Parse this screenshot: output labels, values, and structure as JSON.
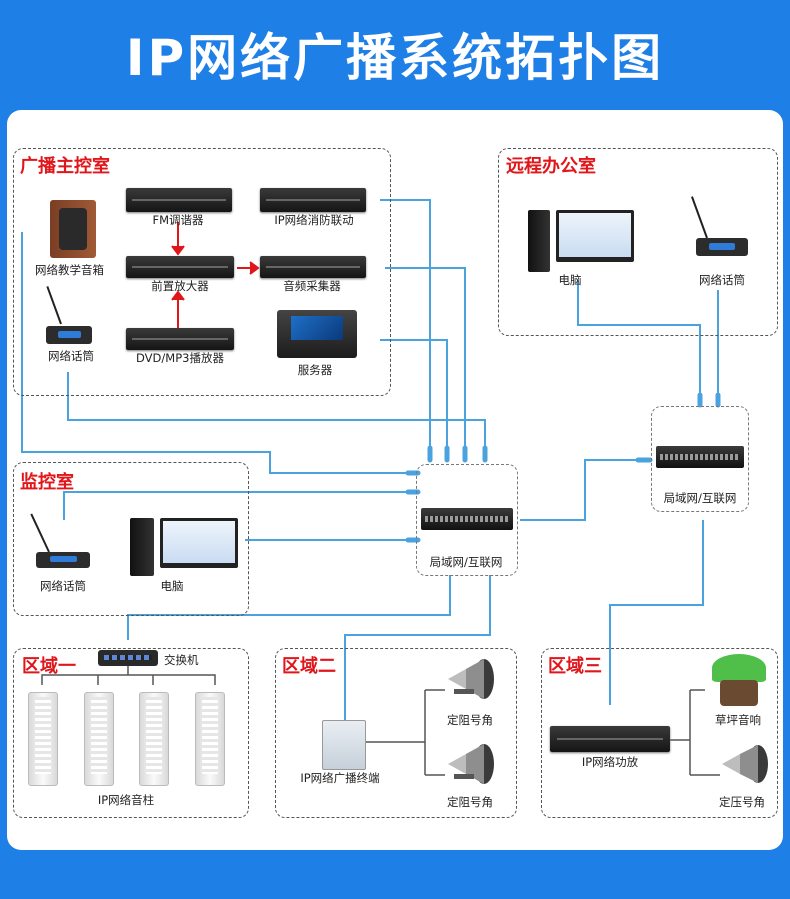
{
  "title": "IP网络广播系统拓扑图",
  "zones": {
    "control_room": "广播主控室",
    "remote_office": "远程办公室",
    "monitor_room": "监控室",
    "area1": "区域一",
    "area2": "区域二",
    "area3": "区域三"
  },
  "devices": {
    "teaching_speaker": "网络教学音箱",
    "fm_tuner": "FM调谐器",
    "fire_linkage": "IP网络消防联动",
    "preamp": "前置放大器",
    "audio_collector": "音频采集器",
    "mic_control": "网络话筒",
    "dvd_player": "DVD/MP3播放器",
    "server": "服务器",
    "pc_remote": "电脑",
    "mic_remote": "网络话筒",
    "lan_right": "局域网/互联网",
    "mic_monitor": "网络话筒",
    "pc_monitor": "电脑",
    "lan_center": "局域网/互联网",
    "switch": "交换机",
    "column_speaker": "IP网络音柱",
    "terminal": "IP网络广播终端",
    "horn_fixed_r1": "定阻号角",
    "horn_fixed_r2": "定阻号角",
    "amp": "IP网络功放",
    "lawn_speaker": "草坪音响",
    "horn_voltage": "定压号角"
  },
  "colors": {
    "background": "#1e7fe6",
    "zone_title": "#e0161b",
    "cable": "#4aa3df",
    "arrow": "#e0161b"
  }
}
